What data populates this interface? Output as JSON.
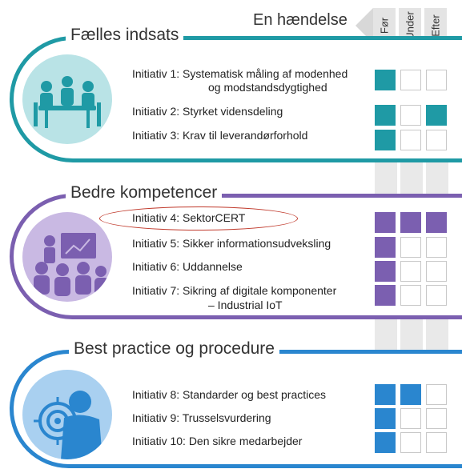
{
  "header": {
    "event_label": "En hændelse",
    "phases": [
      "Før",
      "Under",
      "Efter"
    ]
  },
  "sections": [
    {
      "title": "Fælles indsats",
      "color": "#1f9aa5",
      "icon": "team-meeting-icon",
      "items": [
        {
          "text": "Initiativ 1: Systematisk måling af modenhed",
          "text2": "og modstandsdygtighed",
          "phases": [
            true,
            false,
            false
          ]
        },
        {
          "text": "Initiativ 2: Styrket vidensdeling",
          "phases": [
            true,
            false,
            true
          ]
        },
        {
          "text": "Initiativ 3: Krav til leverandørforhold",
          "phases": [
            true,
            false,
            false
          ]
        }
      ]
    },
    {
      "title": "Bedre kompetencer",
      "color": "#7b5fb0",
      "icon": "presentation-audience-icon",
      "items": [
        {
          "text": "Initiativ 4: SektorCERT",
          "phases": [
            true,
            true,
            true
          ]
        },
        {
          "text": "Initiativ 5: Sikker informationsudveksling",
          "phases": [
            true,
            false,
            false
          ]
        },
        {
          "text": "Initiativ 6: Uddannelse",
          "phases": [
            true,
            false,
            false
          ]
        },
        {
          "text": "Initiativ 7: Sikring af digitale komponenter",
          "text2": "– Industrial IoT",
          "phases": [
            true,
            false,
            false
          ]
        }
      ]
    },
    {
      "title": "Best practice og procedure",
      "color": "#2a86cf",
      "icon": "target-person-icon",
      "items": [
        {
          "text": "Initiativ 8: Standarder og best practices",
          "phases": [
            true,
            true,
            false
          ]
        },
        {
          "text": "Initiativ 9: Trusselsvurdering",
          "phases": [
            true,
            false,
            false
          ]
        },
        {
          "text": "Initiativ 10: Den sikre medarbejder",
          "phases": [
            true,
            false,
            false
          ]
        }
      ]
    }
  ]
}
